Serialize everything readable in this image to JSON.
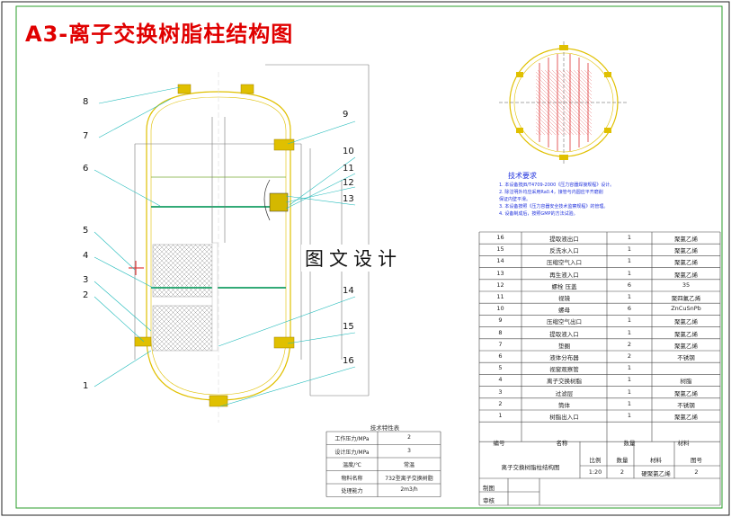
{
  "title": "A3-离子交换树脂柱结构图",
  "watermark": "图文设计",
  "callouts": [
    "8",
    "7",
    "6",
    "5",
    "4",
    "3",
    "2",
    "1",
    "9",
    "10",
    "11",
    "12",
    "13",
    "14",
    "15",
    "16"
  ],
  "tech_requirements": {
    "heading": "技术要求",
    "lines": [
      "1. 本设备按JB/T4709-2000《压力容器焊接规程》设计。",
      "2. 除注明外均应采用Ra0.4，接管与内圆应平齐磨削",
      "   保证内壁平滑。",
      "3. 本设备按照《压力容器安全技术监察规程》的管理。",
      "4. 设备制成后，按照GMP的方法试验。"
    ]
  },
  "tech_table": {
    "title": "技术特性表",
    "rows": [
      [
        "工作压力/MPa",
        "2"
      ],
      [
        "设计压力/MPa",
        "3"
      ],
      [
        "温度/℃",
        "常温"
      ],
      [
        "物料名称",
        "732型离子交换树脂"
      ],
      [
        "处理能力",
        "2m3/h"
      ]
    ]
  },
  "parts": [
    [
      "16",
      "提取液出口",
      "1",
      "聚氯乙烯"
    ],
    [
      "15",
      "反洗水入口",
      "1",
      "聚氯乙烯"
    ],
    [
      "14",
      "压缩空气入口",
      "1",
      "聚氯乙烯"
    ],
    [
      "13",
      "再生液入口",
      "1",
      "聚氯乙烯"
    ],
    [
      "12",
      "螺栓 压盖",
      "6",
      "35"
    ],
    [
      "11",
      "视镜",
      "1",
      "聚四氟乙烯"
    ],
    [
      "10",
      "螺母",
      "6",
      "ZnCuSnPb"
    ],
    [
      "9",
      "压缩空气出口",
      "1",
      "聚氯乙烯"
    ],
    [
      "8",
      "提取液入口",
      "1",
      "聚氯乙烯"
    ],
    [
      "7",
      "垫圈",
      "2",
      "聚氯乙烯"
    ],
    [
      "6",
      "液体分布器",
      "2",
      "不锈钢"
    ],
    [
      "5",
      "视窗观察管",
      "1",
      ""
    ],
    [
      "4",
      "离子交换树脂",
      "1",
      "树脂"
    ],
    [
      "3",
      "过滤层",
      "1",
      "聚氯乙烯"
    ],
    [
      "2",
      "筒体",
      "1",
      "不锈钢"
    ],
    [
      "1",
      "树脂出入口",
      "1",
      "聚氯乙烯"
    ]
  ],
  "parts_header": [
    "编号",
    "名称",
    "数量",
    "材料"
  ],
  "title_block": {
    "drawing_name": "离子交换树脂柱结构图",
    "headers": [
      "比例",
      "数量",
      "材料",
      "图号"
    ],
    "values": [
      "1:20",
      "2",
      "硬聚氯乙烯",
      "2"
    ],
    "drawn_label": "制图",
    "checked_label": "审核"
  }
}
